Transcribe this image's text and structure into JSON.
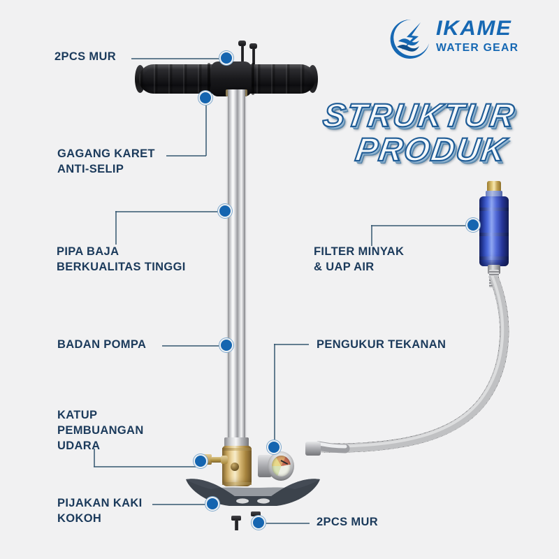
{
  "brand": {
    "name": "IKAME",
    "tagline": "WATER GEAR",
    "mark_icon": "lightning-wave-emblem",
    "color": "#1668b3"
  },
  "title": {
    "line1": "STRUKTUR",
    "line2": "PRODUK"
  },
  "theme": {
    "background": "#f1f1f2",
    "label_color": "#1b3a5b",
    "accent_dot": "#1565b0",
    "leader_line": "#33566f"
  },
  "callouts": {
    "left": [
      {
        "id": "top-bolts",
        "text": "2PCS MUR"
      },
      {
        "id": "rubber-grip",
        "text": "GAGANG KARET\nANTI-SELIP"
      },
      {
        "id": "steel-pipe",
        "text": "PIPA BAJA\nBERKUALITAS TINGGI"
      },
      {
        "id": "pump-body",
        "text": "BADAN POMPA"
      },
      {
        "id": "bleed-valve",
        "text": "KATUP\nPEMBUANGAN\nUDARA"
      },
      {
        "id": "foot-plate",
        "text": "PIJAKAN KAKI\nKOKOH"
      }
    ],
    "right": [
      {
        "id": "oil-filter",
        "text": "FILTER MINYAK\n& UAP AIR"
      },
      {
        "id": "pressure-gauge",
        "text": "PENGUKUR TEKANAN"
      },
      {
        "id": "bottom-bolts",
        "text": "2PCS MUR"
      }
    ]
  },
  "product": {
    "name": "hand-pump",
    "parts": [
      "t-handle-rubber-grip",
      "chrome-steel-shaft",
      "brass-pump-base",
      "pressure-gauge",
      "air-bleed-valve",
      "steel-foot-plate",
      "blue-oil-water-filter",
      "braided-steel-hose",
      "mounting-bolts"
    ]
  }
}
